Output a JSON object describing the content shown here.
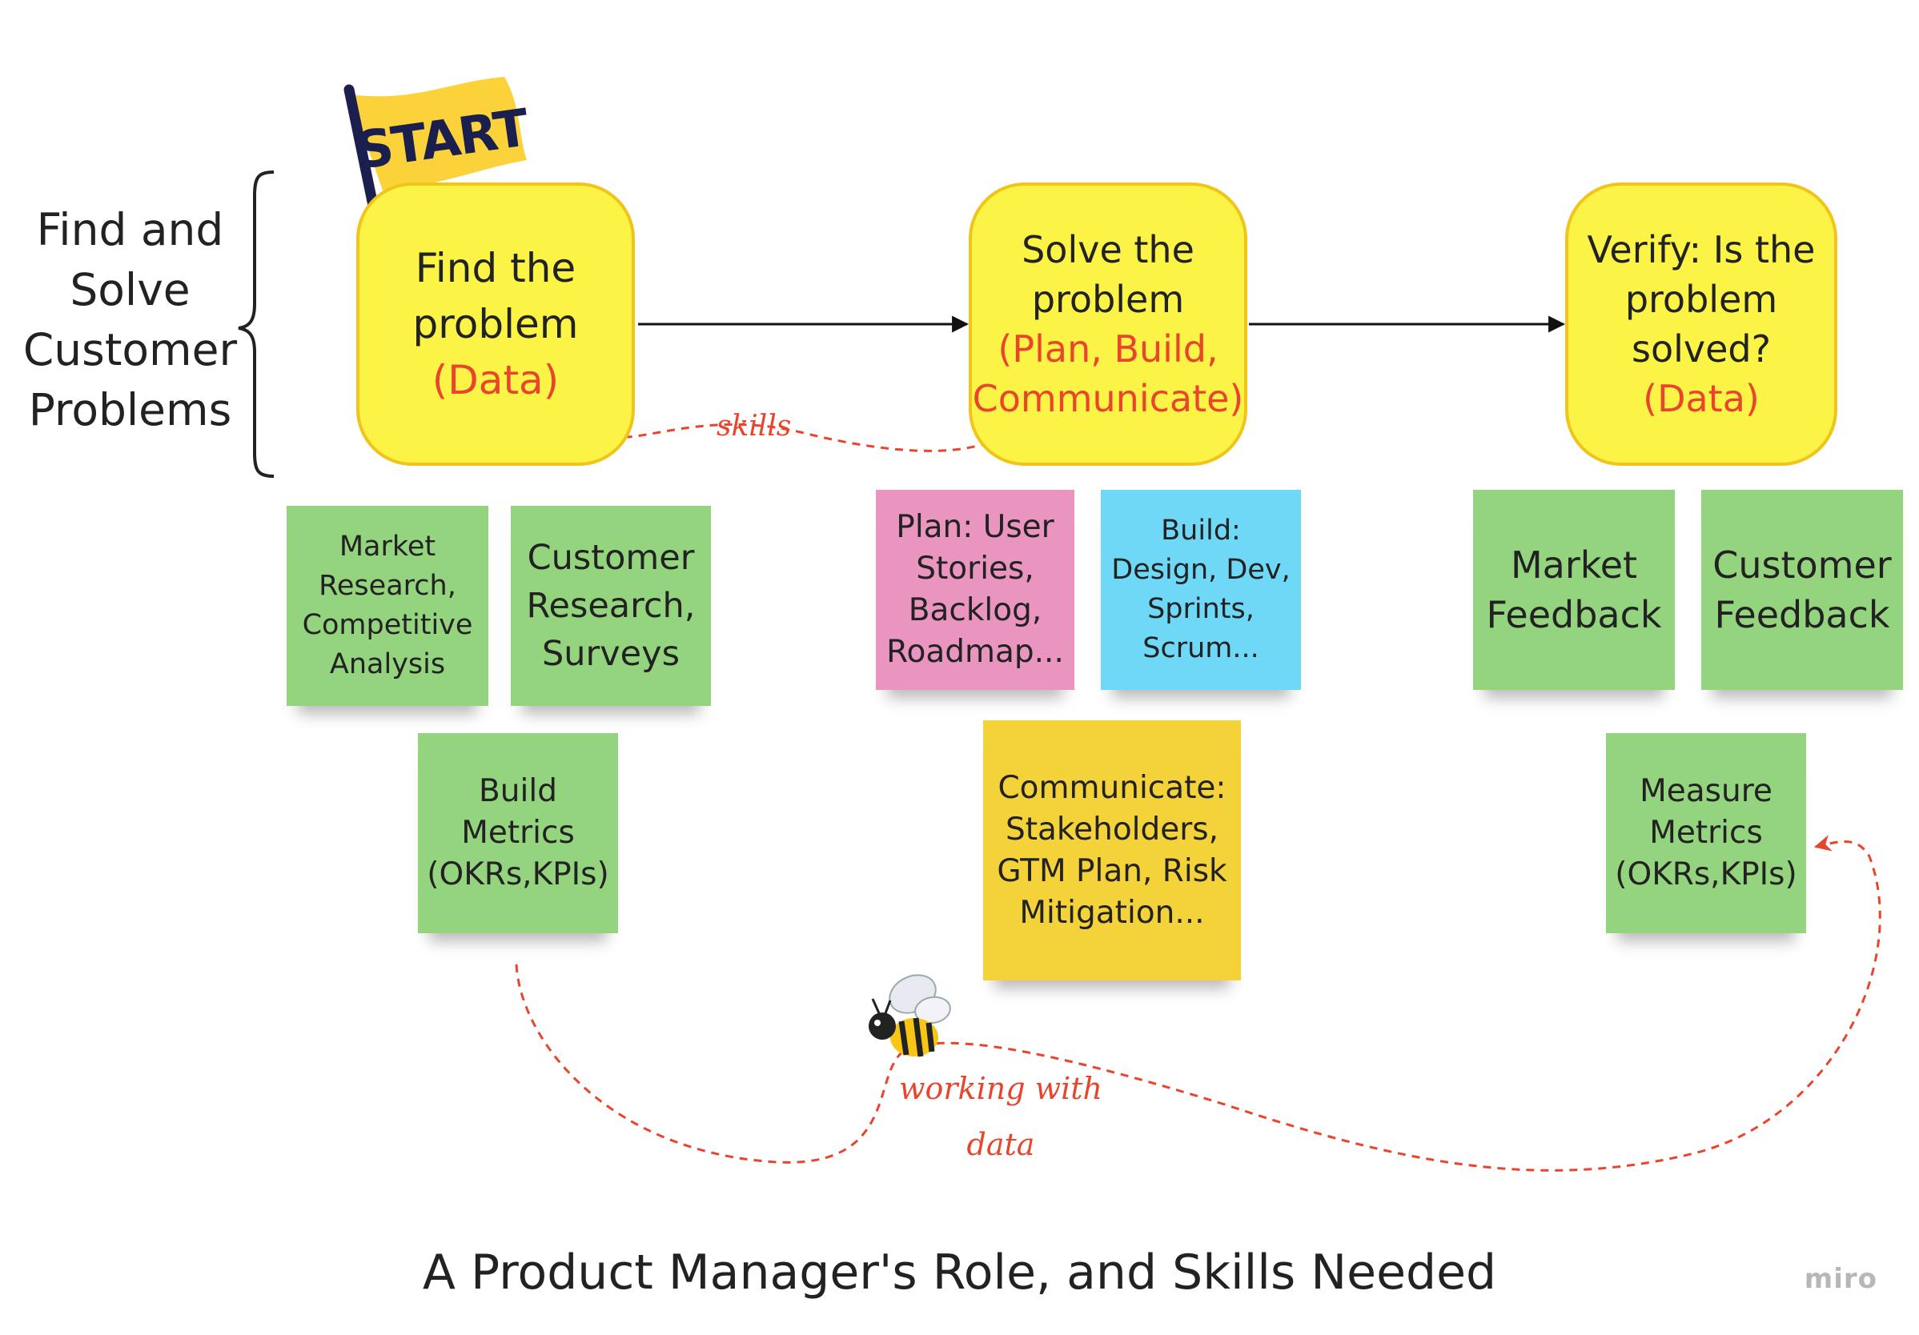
{
  "side_label": [
    "Find and",
    "Solve",
    "Customer",
    "Problems"
  ],
  "flag": {
    "label": "START"
  },
  "stages": [
    {
      "lines": [
        "Find the",
        "problem"
      ],
      "accent_lines": [
        "(Data)"
      ]
    },
    {
      "lines": [
        "Solve the",
        "problem"
      ],
      "accent_lines": [
        "(Plan, Build,",
        "Communicate)"
      ]
    },
    {
      "lines": [
        "Verify: Is the",
        "problem",
        "solved?"
      ],
      "accent_lines": [
        "(Data)"
      ]
    }
  ],
  "notes": {
    "market_research": [
      "Market",
      "Research,",
      "Competitive",
      "Analysis"
    ],
    "customer_research": [
      "Customer",
      "Research,",
      "Surveys"
    ],
    "build_metrics": [
      "Build",
      "Metrics",
      "(OKRs,KPIs)"
    ],
    "plan": [
      "Plan: User",
      "Stories,",
      "Backlog,",
      "Roadmap..."
    ],
    "build": [
      "Build:",
      "Design, Dev,",
      "Sprints,",
      "Scrum..."
    ],
    "communicate": [
      "Communicate:",
      "Stakeholders,",
      "GTM Plan, Risk",
      "Mitigation..."
    ],
    "market_feedback": [
      "Market",
      "Feedback"
    ],
    "customer_feedback": [
      "Customer",
      "Feedback"
    ],
    "measure_metrics": [
      "Measure",
      "Metrics",
      "(OKRs,KPIs)"
    ]
  },
  "annotations": {
    "skills": "skills",
    "working_with_data": [
      "working with",
      "data"
    ]
  },
  "footer_title": "A Product Manager's Role, and Skills Needed",
  "brand": "miro",
  "colors": {
    "stage_fill": "#fcf347",
    "stage_border": "#f0c419",
    "accent_red": "#e8452c",
    "note_green": "#94d47e",
    "note_pink": "#ea94c0",
    "note_blue": "#6ed8f6",
    "note_orange": "#f4d23a",
    "flag_yellow": "#fcd23a",
    "flag_navy": "#1a1f4d"
  },
  "icons": [
    "curly-brace-icon",
    "start-flag-icon",
    "bee-icon",
    "arrow-icon"
  ]
}
